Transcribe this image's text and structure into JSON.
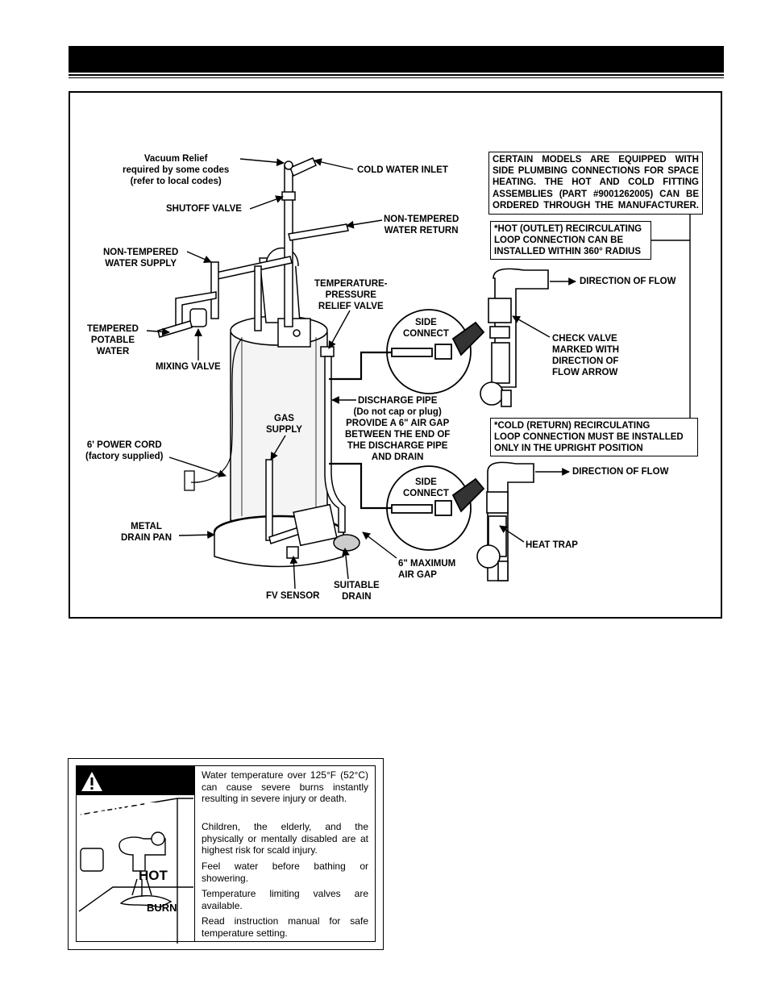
{
  "labels": {
    "vacuum_relief": [
      "Vacuum Relief",
      "required by some codes",
      "(refer to local codes)"
    ],
    "cold_water_inlet": "COLD WATER INLET",
    "shutoff_valve": "SHUTOFF VALVE",
    "non_tempered_return": [
      "NON-TEMPERED",
      "WATER RETURN"
    ],
    "non_tempered_supply": [
      "NON-TEMPERED",
      "WATER SUPPLY"
    ],
    "tp_relief_valve": [
      "TEMPERATURE-",
      "PRESSURE",
      "RELIEF VALVE"
    ],
    "tempered_potable": [
      "TEMPERED",
      "POTABLE",
      "WATER"
    ],
    "mixing_valve": "MIXING VALVE",
    "side_connect_1": [
      "SIDE",
      "CONNECT"
    ],
    "side_connect_2": [
      "SIDE",
      "CONNECT"
    ],
    "discharge_pipe": [
      "DISCHARGE PIPE",
      "(Do not cap or plug)",
      "PROVIDE A 6\" AIR GAP",
      "BETWEEN THE END OF",
      "THE DISCHARGE PIPE",
      "AND DRAIN"
    ],
    "gas_supply": [
      "GAS",
      "SUPPLY"
    ],
    "power_cord": [
      "6' POWER CORD",
      "(factory supplied)"
    ],
    "metal_drain_pan": [
      "METAL",
      "DRAIN PAN"
    ],
    "fv_sensor": "FV SENSOR",
    "suitable_drain": [
      "SUITABLE",
      "DRAIN"
    ],
    "max_air_gap": [
      "6\" MAXIMUM",
      "AIR GAP"
    ],
    "direction_flow_1": "DIRECTION OF FLOW",
    "direction_flow_2": "DIRECTION OF FLOW",
    "check_valve": [
      "CHECK VALVE",
      "MARKED WITH",
      "DIRECTION OF",
      "FLOW ARROW"
    ],
    "heat_trap": "HEAT TRAP"
  },
  "notes": {
    "certain_models": [
      "CERTAIN MODELS ARE EQUIPPED WITH",
      "SIDE PLUMBING CONNECTIONS FOR SPACE",
      "HEATING. THE HOT AND COLD FITTING",
      "ASSEMBLIES (PART #9001262005) CAN BE",
      "ORDERED THROUGH THE MANUFACTURER."
    ],
    "hot_outlet": [
      "*HOT (OUTLET) RECIRCULATING",
      "LOOP CONNECTION CAN BE",
      "INSTALLED WITHIN 360° RADIUS"
    ],
    "cold_return": [
      "*COLD (RETURN) RECIRCULATING",
      "LOOP CONNECTION MUST BE INSTALLED",
      "ONLY IN THE UPRIGHT POSITION"
    ]
  },
  "danger": {
    "title": "DANGER",
    "hot_word": "HOT",
    "burn_word": "BURN",
    "paragraphs": [
      "Water temperature over 125°F (52°C) can cause severe burns instantly resulting in severe injury or death.",
      "Children, the elderly, and the physically or mentally disabled are at highest risk for scald injury.",
      "Feel water before bathing or showering.",
      "Temperature limiting valves are available.",
      "Read instruction manual for safe temperature setting."
    ]
  }
}
